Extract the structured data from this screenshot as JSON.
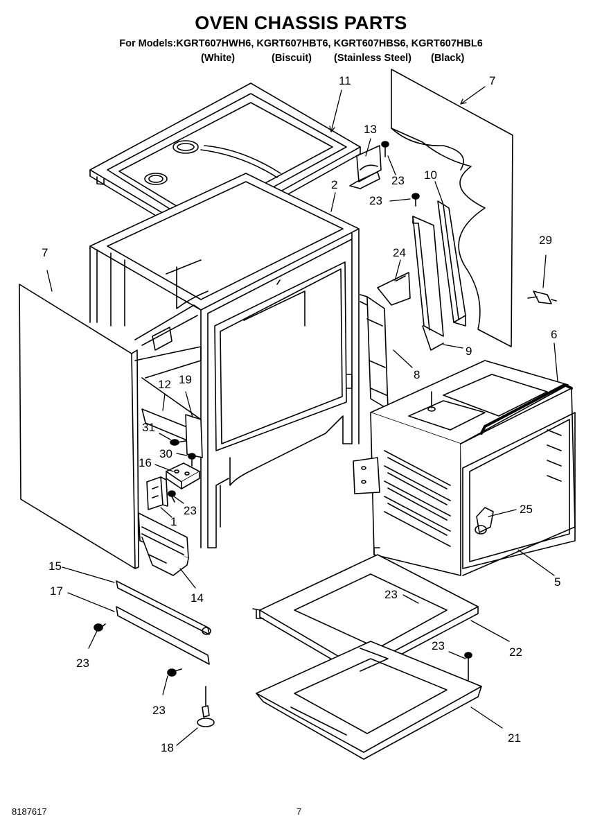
{
  "header": {
    "title": "OVEN CHASSIS PARTS",
    "models_line": "For Models:KGRT607HWH6, KGRT607HBT6, KGRT607HBS6, KGRT607HBL6",
    "finishes": [
      "(White)",
      "(Biscuit)",
      "(Stainless Steel)",
      "(Black)"
    ]
  },
  "callouts": {
    "c11": "11",
    "c7_right": "7",
    "c13": "13",
    "c23_a": "23",
    "c10": "10",
    "c2": "2",
    "c23_b": "23",
    "c29": "29",
    "c7_left": "7",
    "c24": "24",
    "c6": "6",
    "c9": "9",
    "c8": "8",
    "c12": "12",
    "c19": "19",
    "c31": "31",
    "c30": "30",
    "c16": "16",
    "c23_c": "23",
    "c1": "1",
    "c25": "25",
    "c15": "15",
    "c14": "14",
    "c17": "17",
    "c5": "5",
    "c23_d": "23",
    "c22": "22",
    "c23_e": "23",
    "c23_f": "23",
    "c23_g": "23",
    "c18": "18",
    "c21": "21"
  },
  "footer": {
    "doc_number": "8187617",
    "page_number": "7"
  }
}
